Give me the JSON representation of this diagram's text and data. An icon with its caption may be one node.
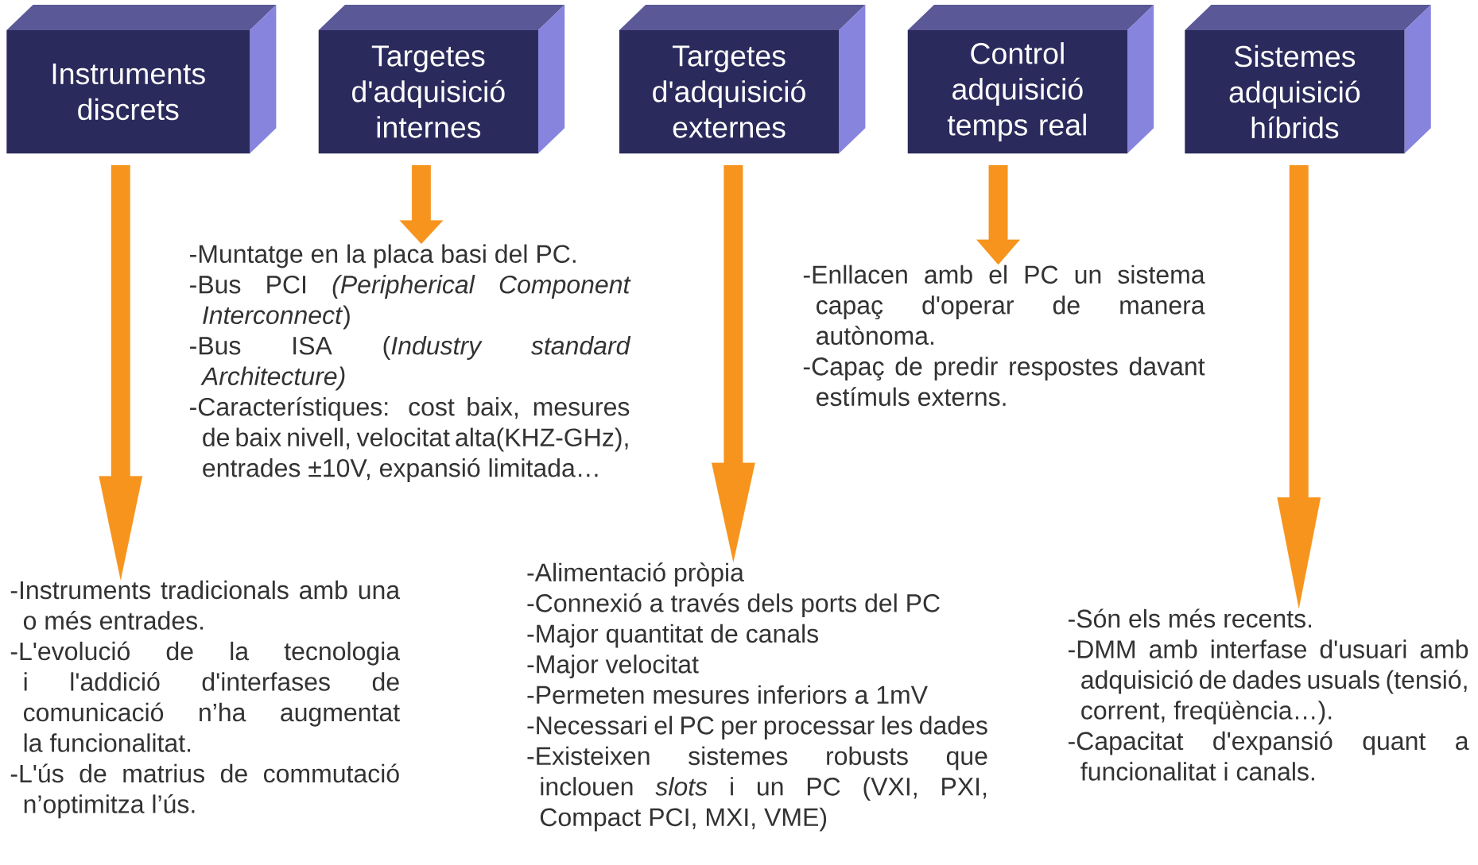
{
  "diagram": {
    "nodes": [
      {
        "text": [
          "Instruments discrets"
        ]
      },
      {
        "text": [
          "Targetes d'adquisició internes"
        ]
      },
      {
        "text": [
          "Targetes d'adquisició externes"
        ]
      },
      {
        "text": [
          "Control adquisició temps real"
        ]
      },
      {
        "text": [
          "Sistemes adquisició híbrids"
        ]
      },
      {
        "text": [
          "-Instruments tradicionals amb una o més entrades.",
          "-L'evolució de la tecnologia i l'addició d'interfases de comunicació n’ha augmentat la funcionalitat.",
          "-L'ús de matrius de commutació n’optimitza l’ús."
        ]
      },
      {
        "text": [
          "-Muntatge en la placa basi del PC.",
          "-Bus PCI *(Peripherical Component Interconnect*)",
          "-Bus ISA (*Industry standard Architecture)*",
          "-Característiques: cost baix, mesures de baix nivell, velocitat alta(KHZ-GHz), entrades ±10V, expansió limitada…"
        ]
      },
      {
        "text": [
          "-Alimentació pròpia",
          "-Connexió a través dels ports del PC",
          "-Major quantitat de canals",
          "-Major velocitat",
          "-Permeten mesures inferiors a 1mV",
          "-Necessari el PC per processar les dades",
          "-Existeixen sistemes robusts que inclouen *slots* i un PC (VXI, PXI, Compact PCI, MXI, VME)"
        ]
      },
      {
        "text": [
          "-Enllacen amb el PC un sistema capaç d'operar de manera autònoma.",
          "-Capaç de predir respostes davant estímuls externs."
        ]
      },
      {
        "text": [
          "-Són els més recents.",
          "-DMM amb interfase d'usuari amb adquisició de dades usuals (tensió, corrent, freqüència…).",
          "-Capacitat d'expansió quant a funcionalitat i canals."
        ]
      }
    ],
    "edges": [
      {
        "from": 0,
        "to": 5,
        "arrow": "to"
      },
      {
        "from": 1,
        "to": 6,
        "arrow": "to"
      },
      {
        "from": 2,
        "to": 7,
        "arrow": "to"
      },
      {
        "from": 3,
        "to": 8,
        "arrow": "to"
      },
      {
        "from": 4,
        "to": 9,
        "arrow": "to"
      }
    ]
  }
}
